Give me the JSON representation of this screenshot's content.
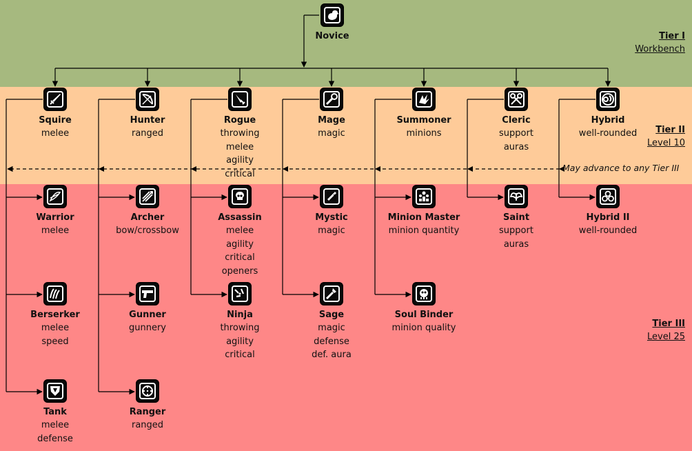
{
  "colors": {
    "tier1": "#a6b97f",
    "tier2": "#fecb99",
    "tier3": "#fe8787",
    "line": "#000000",
    "icon_bg": "#0a0a0a",
    "icon_fg": "#ffffff"
  },
  "tiers": [
    {
      "title": "Tier I",
      "requirement": "Workbench"
    },
    {
      "title": "Tier II",
      "requirement": "Level 10"
    },
    {
      "title": "Tier III",
      "requirement": "Level 25"
    }
  ],
  "advance_note": "May advance to any Tier III",
  "root": {
    "name": "Novice",
    "icon": "duck-icon"
  },
  "branches": [
    {
      "name": "Squire",
      "icon": "sword-icon",
      "traits": [
        "melee"
      ],
      "advanced": [
        {
          "name": "Warrior",
          "icon": "blades-icon",
          "traits": [
            "melee"
          ]
        },
        {
          "name": "Berserker",
          "icon": "claw-icon",
          "traits": [
            "melee",
            "speed"
          ]
        },
        {
          "name": "Tank",
          "icon": "shield-icon",
          "traits": [
            "melee",
            "defense"
          ]
        }
      ]
    },
    {
      "name": "Hunter",
      "icon": "bow-icon",
      "traits": [
        "ranged"
      ],
      "advanced": [
        {
          "name": "Archer",
          "icon": "arrows-icon",
          "traits": [
            "bow/crossbow"
          ]
        },
        {
          "name": "Gunner",
          "icon": "gun-icon",
          "traits": [
            "gunnery"
          ]
        },
        {
          "name": "Ranger",
          "icon": "crosshair-icon",
          "traits": [
            "ranged"
          ]
        }
      ]
    },
    {
      "name": "Rogue",
      "icon": "dagger-icon",
      "traits": [
        "throwing",
        "melee",
        "agility",
        "critical"
      ],
      "advanced": [
        {
          "name": "Assassin",
          "icon": "skull-icon",
          "traits": [
            "melee",
            "agility",
            "critical",
            "openers"
          ]
        },
        {
          "name": "Ninja",
          "icon": "kunai-icon",
          "traits": [
            "throwing",
            "agility",
            "critical"
          ]
        }
      ]
    },
    {
      "name": "Mage",
      "icon": "staff-icon",
      "traits": [
        "magic"
      ],
      "advanced": [
        {
          "name": "Mystic",
          "icon": "wand-icon",
          "traits": [
            "magic"
          ]
        },
        {
          "name": "Sage",
          "icon": "scepter-icon",
          "traits": [
            "magic",
            "defense",
            "def. aura"
          ]
        }
      ]
    },
    {
      "name": "Summoner",
      "icon": "summon-icon",
      "traits": [
        "minions"
      ],
      "advanced": [
        {
          "name": "Minion Master",
          "icon": "minions-icon",
          "traits": [
            "minion quantity"
          ]
        },
        {
          "name": "Soul Binder",
          "icon": "soul-icon",
          "traits": [
            "minion quality"
          ]
        }
      ]
    },
    {
      "name": "Cleric",
      "icon": "crossed-tools-icon",
      "traits": [
        "support",
        "auras"
      ],
      "advanced": [
        {
          "name": "Saint",
          "icon": "wings-icon",
          "traits": [
            "support",
            "auras"
          ]
        }
      ]
    },
    {
      "name": "Hybrid",
      "icon": "swirl-icon",
      "traits": [
        "well-rounded"
      ],
      "advanced": [
        {
          "name": "Hybrid II",
          "icon": "triple-swirl-icon",
          "traits": [
            "well-rounded"
          ]
        }
      ]
    }
  ]
}
